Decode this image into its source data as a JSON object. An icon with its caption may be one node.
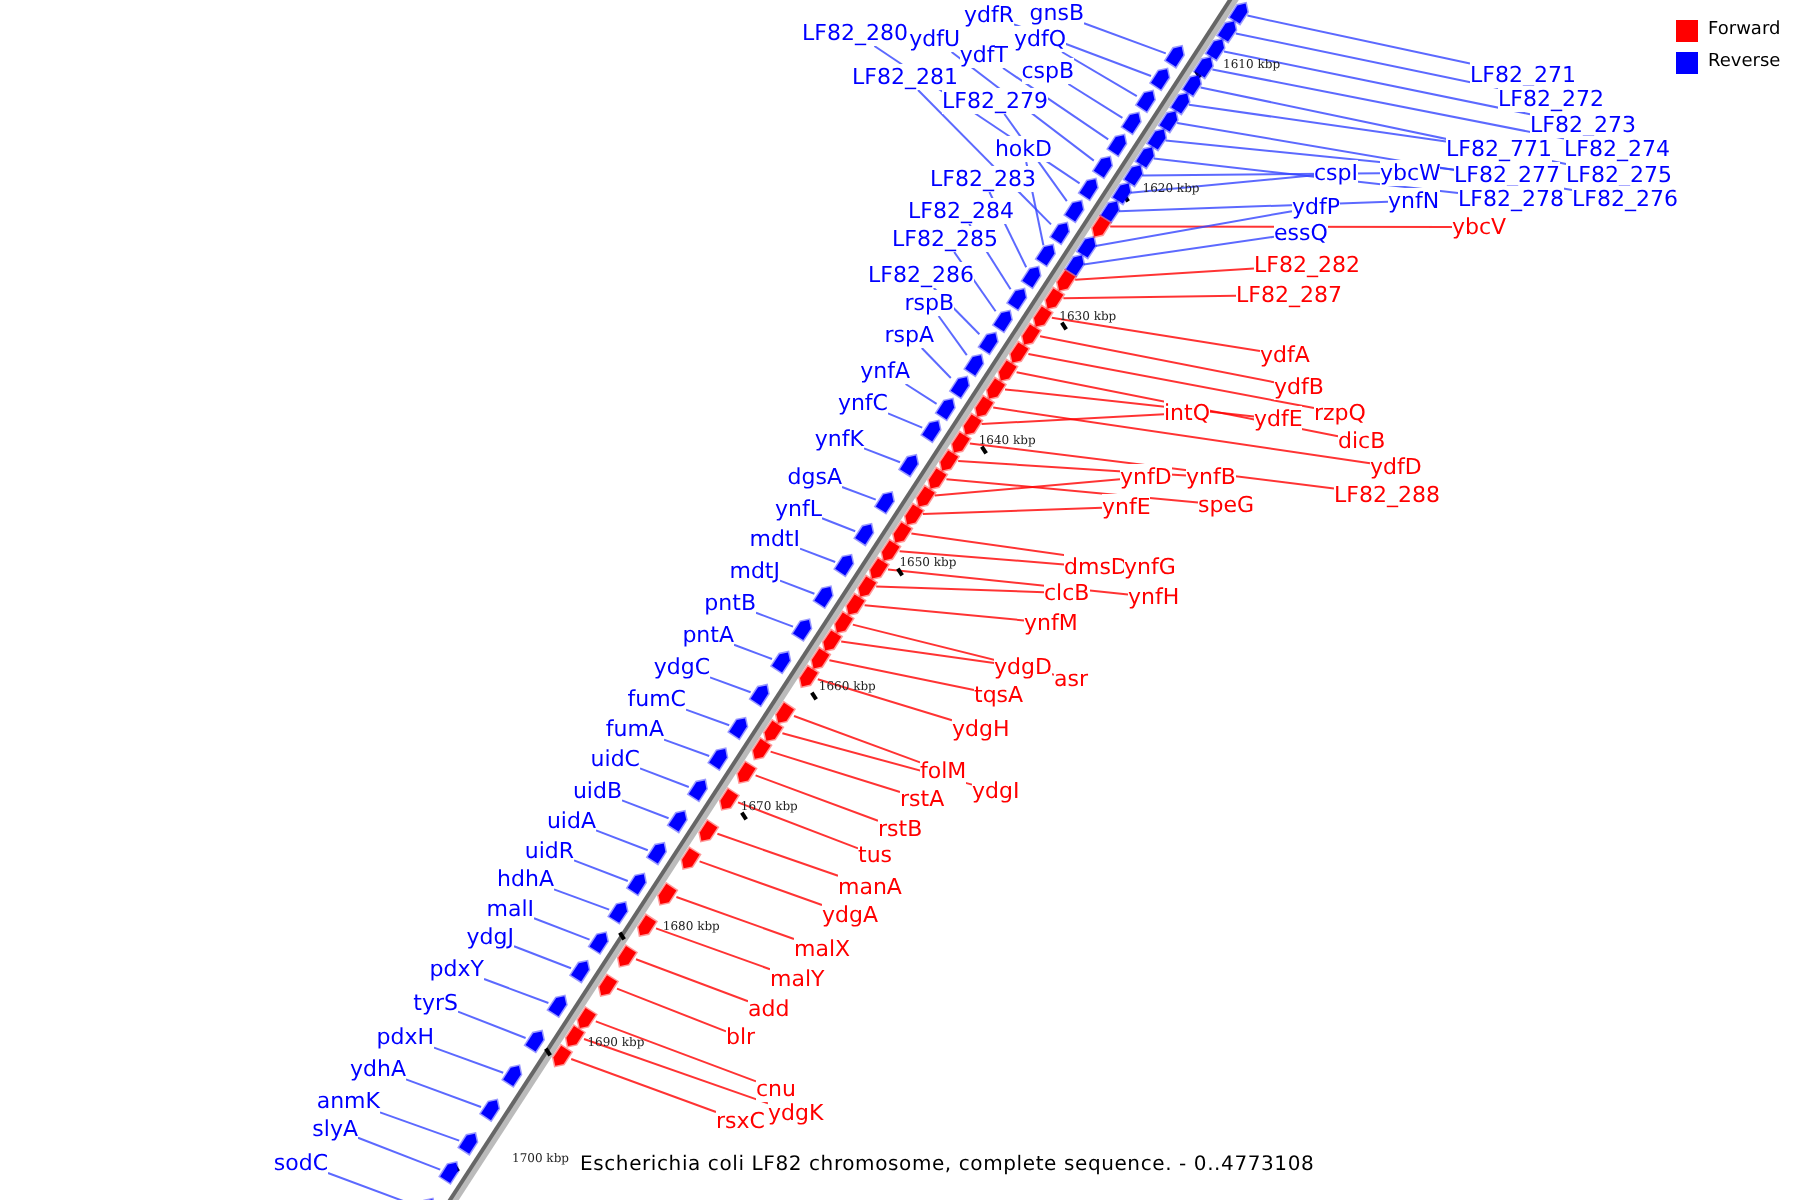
{
  "diagram": {
    "caption": "Escherichia coli LF82 chromosome, complete sequence. - 0..4773108",
    "nodes": [
      {
        "text": [
          "LF82_280"
        ]
      },
      {
        "text": [
          "ydfR"
        ]
      },
      {
        "text": [
          "gnsB"
        ]
      },
      {
        "text": [
          "ydfU"
        ]
      },
      {
        "text": [
          "ydfQ"
        ]
      },
      {
        "text": [
          "ydfT"
        ]
      },
      {
        "text": [
          "cspB"
        ]
      },
      {
        "text": [
          "LF82_281"
        ]
      },
      {
        "text": [
          "LF82_279"
        ]
      },
      {
        "text": [
          "hokD"
        ]
      },
      {
        "text": [
          "LF82_283"
        ]
      },
      {
        "text": [
          "LF82_284"
        ]
      },
      {
        "text": [
          "LF82_285"
        ]
      },
      {
        "text": [
          "LF82_286"
        ]
      },
      {
        "text": [
          "rspB"
        ]
      },
      {
        "text": [
          "rspA"
        ]
      },
      {
        "text": [
          "ynfA"
        ]
      },
      {
        "text": [
          "ynfC"
        ]
      },
      {
        "text": [
          "ynfK"
        ]
      },
      {
        "text": [
          "dgsA"
        ]
      },
      {
        "text": [
          "ynfL"
        ]
      },
      {
        "text": [
          "mdtI"
        ]
      },
      {
        "text": [
          "mdtJ"
        ]
      },
      {
        "text": [
          "pntB"
        ]
      },
      {
        "text": [
          "pntA"
        ]
      },
      {
        "text": [
          "ydgC"
        ]
      },
      {
        "text": [
          "fumC"
        ]
      },
      {
        "text": [
          "fumA"
        ]
      },
      {
        "text": [
          "uidC"
        ]
      },
      {
        "text": [
          "uidB"
        ]
      },
      {
        "text": [
          "uidA"
        ]
      },
      {
        "text": [
          "uidR"
        ]
      },
      {
        "text": [
          "hdhA"
        ]
      },
      {
        "text": [
          "malI"
        ]
      },
      {
        "text": [
          "ydgJ"
        ]
      },
      {
        "text": [
          "pdxY"
        ]
      },
      {
        "text": [
          "tyrS"
        ]
      },
      {
        "text": [
          "pdxH"
        ]
      },
      {
        "text": [
          "ydhA"
        ]
      },
      {
        "text": [
          "anmK"
        ]
      },
      {
        "text": [
          "slyA"
        ]
      },
      {
        "text": [
          "sodC"
        ]
      },
      {
        "text": [
          "LF82_271"
        ]
      },
      {
        "text": [
          "LF82_272"
        ]
      },
      {
        "text": [
          "LF82_273"
        ]
      },
      {
        "text": [
          "LF82_771"
        ]
      },
      {
        "text": [
          "LF82_274"
        ]
      },
      {
        "text": [
          "LF82_277"
        ]
      },
      {
        "text": [
          "LF82_275"
        ]
      },
      {
        "text": [
          "LF82_278"
        ]
      },
      {
        "text": [
          "LF82_276"
        ]
      },
      {
        "text": [
          "cspI"
        ]
      },
      {
        "text": [
          "ybcW"
        ]
      },
      {
        "text": [
          "ynfN"
        ]
      },
      {
        "text": [
          "ydfP"
        ]
      },
      {
        "text": [
          "essQ"
        ]
      },
      {
        "text": [
          "ybcV"
        ]
      },
      {
        "text": [
          "LF82_282"
        ]
      },
      {
        "text": [
          "LF82_287"
        ]
      },
      {
        "text": [
          "ydfA"
        ]
      },
      {
        "text": [
          "ydfB"
        ]
      },
      {
        "text": [
          "intQ"
        ]
      },
      {
        "text": [
          "rzpQ"
        ]
      },
      {
        "text": [
          "ydfE"
        ]
      },
      {
        "text": [
          "dicB"
        ]
      },
      {
        "text": [
          "ydfD"
        ]
      },
      {
        "text": [
          "LF82_288"
        ]
      },
      {
        "text": [
          "ynfD"
        ]
      },
      {
        "text": [
          "ynfB"
        ]
      },
      {
        "text": [
          "speG"
        ]
      },
      {
        "text": [
          "ynfE"
        ]
      },
      {
        "text": [
          "dmsD"
        ]
      },
      {
        "text": [
          "ynfG"
        ]
      },
      {
        "text": [
          "clcB"
        ]
      },
      {
        "text": [
          "ynfH"
        ]
      },
      {
        "text": [
          "ynfM"
        ]
      },
      {
        "text": [
          "ydgD"
        ]
      },
      {
        "text": [
          "asr"
        ]
      },
      {
        "text": [
          "tqsA"
        ]
      },
      {
        "text": [
          "ydgH"
        ]
      },
      {
        "text": [
          "folM"
        ]
      },
      {
        "text": [
          "ydgI"
        ]
      },
      {
        "text": [
          "rstA"
        ]
      },
      {
        "text": [
          "rstB"
        ]
      },
      {
        "text": [
          "tus"
        ]
      },
      {
        "text": [
          "manA"
        ]
      },
      {
        "text": [
          "ydgA"
        ]
      },
      {
        "text": [
          "malX"
        ]
      },
      {
        "text": [
          "malY"
        ]
      },
      {
        "text": [
          "add"
        ]
      },
      {
        "text": [
          "blr"
        ]
      },
      {
        "text": [
          "cnu"
        ]
      },
      {
        "text": [
          "ydgK"
        ]
      },
      {
        "text": [
          "rsxC"
        ]
      },
      {
        "text": [],
        "shape": "pentagon"
      },
      {
        "text": [],
        "shape": "pentagon"
      },
      {
        "text": [],
        "shape": "pentagon"
      },
      {
        "text": [],
        "shape": "pentagon"
      },
      {
        "text": [],
        "shape": "pentagon"
      },
      {
        "text": [],
        "shape": "pentagon"
      },
      {
        "text": [],
        "shape": "pentagon"
      },
      {
        "text": [],
        "shape": "pentagon"
      },
      {
        "text": [],
        "shape": "pentagon"
      },
      {
        "text": [],
        "shape": "pentagon"
      },
      {
        "text": [],
        "shape": "pentagon"
      },
      {
        "text": [],
        "shape": "pentagon"
      },
      {
        "text": [],
        "shape": "pentagon"
      },
      {
        "text": [],
        "shape": "pentagon"
      },
      {
        "text": [],
        "shape": "pentagon"
      },
      {
        "text": [],
        "shape": "pentagon"
      },
      {
        "text": [],
        "shape": "pentagon"
      },
      {
        "text": [],
        "shape": "pentagon"
      },
      {
        "text": [],
        "shape": "pentagon"
      },
      {
        "text": [],
        "shape": "pentagon"
      },
      {
        "text": [],
        "shape": "pentagon"
      },
      {
        "text": [],
        "shape": "pentagon"
      },
      {
        "text": [],
        "shape": "pentagon"
      },
      {
        "text": [],
        "shape": "pentagon"
      },
      {
        "text": [],
        "shape": "pentagon"
      },
      {
        "text": [],
        "shape": "pentagon"
      },
      {
        "text": [],
        "shape": "pentagon"
      },
      {
        "text": [],
        "shape": "pentagon"
      },
      {
        "text": [],
        "shape": "pentagon"
      },
      {
        "text": [],
        "shape": "pentagon"
      },
      {
        "text": [],
        "shape": "pentagon"
      },
      {
        "text": [],
        "shape": "pentagon"
      },
      {
        "text": [],
        "shape": "pentagon"
      },
      {
        "text": [],
        "shape": "pentagon"
      },
      {
        "text": [],
        "shape": "pentagon"
      },
      {
        "text": [],
        "shape": "pentagon"
      },
      {
        "text": [],
        "shape": "pentagon"
      },
      {
        "text": [],
        "shape": "pentagon"
      },
      {
        "text": [],
        "shape": "pentagon"
      },
      {
        "text": [],
        "shape": "pentagon"
      },
      {
        "text": [],
        "shape": "pentagon"
      },
      {
        "text": [],
        "shape": "pentagon"
      },
      {
        "text": [],
        "shape": "pentagon"
      },
      {
        "text": [],
        "shape": "pentagon"
      },
      {
        "text": [],
        "shape": "pentagon"
      },
      {
        "text": [],
        "shape": "pentagon"
      },
      {
        "text": [],
        "shape": "pentagon"
      },
      {
        "text": [],
        "shape": "pentagon"
      },
      {
        "text": [],
        "shape": "pentagon"
      },
      {
        "text": [],
        "shape": "pentagon"
      },
      {
        "text": [],
        "shape": "pentagon"
      },
      {
        "text": [],
        "shape": "pentagon"
      },
      {
        "text": [],
        "shape": "pentagon"
      },
      {
        "text": [],
        "shape": "pentagon"
      },
      {
        "text": [],
        "shape": "pentagon"
      },
      {
        "text": [],
        "shape": "pentagon"
      },
      {
        "text": [],
        "shape": "pentagon"
      },
      {
        "text": [],
        "shape": "pentagon"
      },
      {
        "text": [],
        "shape": "pentagon"
      },
      {
        "text": [],
        "shape": "pentagon"
      },
      {
        "text": [],
        "shape": "pentagon"
      },
      {
        "text": [],
        "shape": "pentagon"
      },
      {
        "text": [],
        "shape": "pentagon"
      },
      {
        "text": [],
        "shape": "pentagon"
      },
      {
        "text": [],
        "shape": "pentagon"
      },
      {
        "text": [],
        "shape": "pentagon"
      },
      {
        "text": [],
        "shape": "pentagon"
      },
      {
        "text": [],
        "shape": "pentagon"
      },
      {
        "text": [],
        "shape": "pentagon"
      },
      {
        "text": [],
        "shape": "pentagon"
      },
      {
        "text": [],
        "shape": "pentagon"
      },
      {
        "text": [],
        "shape": "pentagon"
      },
      {
        "text": [],
        "shape": "pentagon"
      },
      {
        "text": [],
        "shape": "pentagon"
      },
      {
        "text": [],
        "shape": "pentagon"
      },
      {
        "text": [],
        "shape": "pentagon"
      },
      {
        "text": [],
        "shape": "pentagon"
      },
      {
        "text": [],
        "shape": "pentagon"
      },
      {
        "text": [],
        "shape": "pentagon"
      },
      {
        "text": [],
        "shape": "pentagon"
      },
      {
        "text": [],
        "shape": "pentagon"
      },
      {
        "text": [],
        "shape": "pentagon"
      },
      {
        "text": [],
        "shape": "pentagon"
      },
      {
        "text": [],
        "shape": "pentagon"
      },
      {
        "text": [],
        "shape": "pentagon"
      },
      {
        "text": [],
        "shape": "pentagon"
      },
      {
        "text": [],
        "shape": "pentagon"
      },
      {
        "text": [],
        "shape": "pentagon"
      },
      {
        "text": [],
        "shape": "pentagon"
      },
      {
        "text": [],
        "shape": "pentagon"
      },
      {
        "text": [],
        "shape": "pentagon"
      },
      {
        "text": [],
        "shape": "pentagon"
      },
      {
        "text": [],
        "shape": "pentagon"
      },
      {
        "text": [],
        "shape": "pentagon"
      }
    ],
    "edges": [
      {
        "from": 0,
        "to": 94,
        "arrow": "none"
      },
      {
        "from": 1,
        "to": 95,
        "arrow": "none"
      },
      {
        "from": 2,
        "to": 96,
        "arrow": "none"
      },
      {
        "from": 3,
        "to": 97,
        "arrow": "none"
      },
      {
        "from": 4,
        "to": 98,
        "arrow": "none"
      },
      {
        "from": 5,
        "to": 99,
        "arrow": "none"
      },
      {
        "from": 6,
        "to": 100,
        "arrow": "none"
      },
      {
        "from": 7,
        "to": 101,
        "arrow": "none"
      },
      {
        "from": 8,
        "to": 102,
        "arrow": "none"
      },
      {
        "from": 9,
        "to": 103,
        "arrow": "none"
      },
      {
        "from": 10,
        "to": 104,
        "arrow": "none"
      },
      {
        "from": 11,
        "to": 105,
        "arrow": "none"
      },
      {
        "from": 12,
        "to": 106,
        "arrow": "none"
      },
      {
        "from": 13,
        "to": 107,
        "arrow": "none"
      },
      {
        "from": 14,
        "to": 108,
        "arrow": "none"
      },
      {
        "from": 15,
        "to": 109,
        "arrow": "none"
      },
      {
        "from": 16,
        "to": 110,
        "arrow": "none"
      },
      {
        "from": 17,
        "to": 111,
        "arrow": "none"
      },
      {
        "from": 18,
        "to": 112,
        "arrow": "none"
      },
      {
        "from": 19,
        "to": 113,
        "arrow": "none"
      },
      {
        "from": 20,
        "to": 114,
        "arrow": "none"
      },
      {
        "from": 21,
        "to": 115,
        "arrow": "none"
      },
      {
        "from": 22,
        "to": 116,
        "arrow": "none"
      },
      {
        "from": 23,
        "to": 117,
        "arrow": "none"
      },
      {
        "from": 24,
        "to": 118,
        "arrow": "none"
      },
      {
        "from": 25,
        "to": 119,
        "arrow": "none"
      },
      {
        "from": 26,
        "to": 120,
        "arrow": "none"
      },
      {
        "from": 27,
        "to": 121,
        "arrow": "none"
      },
      {
        "from": 28,
        "to": 122,
        "arrow": "none"
      },
      {
        "from": 29,
        "to": 123,
        "arrow": "none"
      },
      {
        "from": 30,
        "to": 124,
        "arrow": "none"
      },
      {
        "from": 31,
        "to": 125,
        "arrow": "none"
      },
      {
        "from": 32,
        "to": 126,
        "arrow": "none"
      },
      {
        "from": 33,
        "to": 127,
        "arrow": "none"
      },
      {
        "from": 34,
        "to": 128,
        "arrow": "none"
      },
      {
        "from": 35,
        "to": 129,
        "arrow": "none"
      },
      {
        "from": 36,
        "to": 130,
        "arrow": "none"
      },
      {
        "from": 37,
        "to": 131,
        "arrow": "none"
      },
      {
        "from": 38,
        "to": 132,
        "arrow": "none"
      },
      {
        "from": 39,
        "to": 133,
        "arrow": "none"
      },
      {
        "from": 40,
        "to": 134,
        "arrow": "none"
      },
      {
        "from": 41,
        "to": 135,
        "arrow": "none"
      },
      {
        "from": 42,
        "to": 136,
        "arrow": "none"
      },
      {
        "from": 43,
        "to": 137,
        "arrow": "none"
      },
      {
        "from": 44,
        "to": 138,
        "arrow": "none"
      },
      {
        "from": 45,
        "to": 139,
        "arrow": "none"
      },
      {
        "from": 46,
        "to": 140,
        "arrow": "none"
      },
      {
        "from": 47,
        "to": 141,
        "arrow": "none"
      },
      {
        "from": 48,
        "to": 142,
        "arrow": "none"
      },
      {
        "from": 49,
        "to": 143,
        "arrow": "none"
      },
      {
        "from": 50,
        "to": 144,
        "arrow": "none"
      },
      {
        "from": 51,
        "to": 145,
        "arrow": "none"
      },
      {
        "from": 52,
        "to": 146,
        "arrow": "none"
      },
      {
        "from": 53,
        "to": 147,
        "arrow": "none"
      },
      {
        "from": 54,
        "to": 148,
        "arrow": "none"
      },
      {
        "from": 55,
        "to": 149,
        "arrow": "none"
      },
      {
        "from": 56,
        "to": 150,
        "arrow": "none",
        "color": "#ff0000"
      },
      {
        "from": 57,
        "to": 151,
        "arrow": "none",
        "color": "#ff0000"
      },
      {
        "from": 58,
        "to": 152,
        "arrow": "none",
        "color": "#ff0000"
      },
      {
        "from": 59,
        "to": 153,
        "arrow": "none",
        "color": "#ff0000"
      },
      {
        "from": 60,
        "to": 154,
        "arrow": "none",
        "color": "#ff0000"
      },
      {
        "from": 61,
        "to": 155,
        "arrow": "none",
        "color": "#ff0000"
      },
      {
        "from": 62,
        "to": 156,
        "arrow": "none",
        "color": "#ff0000"
      },
      {
        "from": 63,
        "to": 157,
        "arrow": "none",
        "color": "#ff0000"
      },
      {
        "from": 64,
        "to": 158,
        "arrow": "none",
        "color": "#ff0000"
      },
      {
        "from": 65,
        "to": 159,
        "arrow": "none",
        "color": "#ff0000"
      },
      {
        "from": 66,
        "to": 160,
        "arrow": "none",
        "color": "#ff0000"
      },
      {
        "from": 67,
        "to": 161,
        "arrow": "none",
        "color": "#ff0000"
      },
      {
        "from": 68,
        "to": 162,
        "arrow": "none",
        "color": "#ff0000"
      },
      {
        "from": 69,
        "to": 163,
        "arrow": "none",
        "color": "#ff0000"
      },
      {
        "from": 70,
        "to": 164,
        "arrow": "none",
        "color": "#ff0000"
      },
      {
        "from": 71,
        "to": 165,
        "arrow": "none",
        "color": "#ff0000"
      },
      {
        "from": 72,
        "to": 166,
        "arrow": "none",
        "color": "#ff0000"
      },
      {
        "from": 73,
        "to": 167,
        "arrow": "none",
        "color": "#ff0000"
      },
      {
        "from": 74,
        "to": 168,
        "arrow": "none",
        "color": "#ff0000"
      },
      {
        "from": 75,
        "to": 169,
        "arrow": "none",
        "color": "#ff0000"
      },
      {
        "from": 76,
        "to": 170,
        "arrow": "none",
        "color": "#ff0000"
      },
      {
        "from": 77,
        "to": 171,
        "arrow": "none",
        "color": "#ff0000"
      },
      {
        "from": 78,
        "to": 172,
        "arrow": "none",
        "color": "#ff0000"
      },
      {
        "from": 79,
        "to": 173,
        "arrow": "none",
        "color": "#ff0000"
      },
      {
        "from": 80,
        "to": 174,
        "arrow": "none",
        "color": "#ff0000"
      },
      {
        "from": 81,
        "to": 175,
        "arrow": "none",
        "color": "#ff0000"
      },
      {
        "from": 82,
        "to": 176,
        "arrow": "none",
        "color": "#ff0000"
      },
      {
        "from": 83,
        "to": 177,
        "arrow": "none",
        "color": "#ff0000"
      },
      {
        "from": 84,
        "to": 178,
        "arrow": "none",
        "color": "#ff0000"
      },
      {
        "from": 85,
        "to": 179,
        "arrow": "none",
        "color": "#ff0000"
      },
      {
        "from": 86,
        "to": 180,
        "arrow": "none",
        "color": "#ff0000"
      },
      {
        "from": 87,
        "to": 181,
        "arrow": "none",
        "color": "#ff0000"
      },
      {
        "from": 88,
        "to": 182,
        "arrow": "none",
        "color": "#ff0000"
      },
      {
        "from": 89,
        "to": 183,
        "arrow": "none",
        "color": "#ff0000"
      },
      {
        "from": 90,
        "to": 184,
        "arrow": "none",
        "color": "#ff0000"
      },
      {
        "from": 91,
        "to": 185,
        "arrow": "none",
        "color": "#ff0000"
      },
      {
        "from": 92,
        "to": 186,
        "arrow": "none",
        "color": "#ff0000"
      },
      {
        "from": 93,
        "to": 187,
        "arrow": "none",
        "color": "#ff0000"
      }
    ],
    "labels": [
      "1610 kbp",
      "1620 kbp",
      "1630 kbp",
      "1640 kbp",
      "1650 kbp",
      "1660 kbp",
      "1670 kbp",
      "1680 kbp",
      "1690 kbp",
      "1700 kbp"
    ],
    "legend": [
      {
        "text": "Forward",
        "color": "#ff0000"
      },
      {
        "text": "Reverse",
        "color": "#0000ff"
      }
    ]
  }
}
